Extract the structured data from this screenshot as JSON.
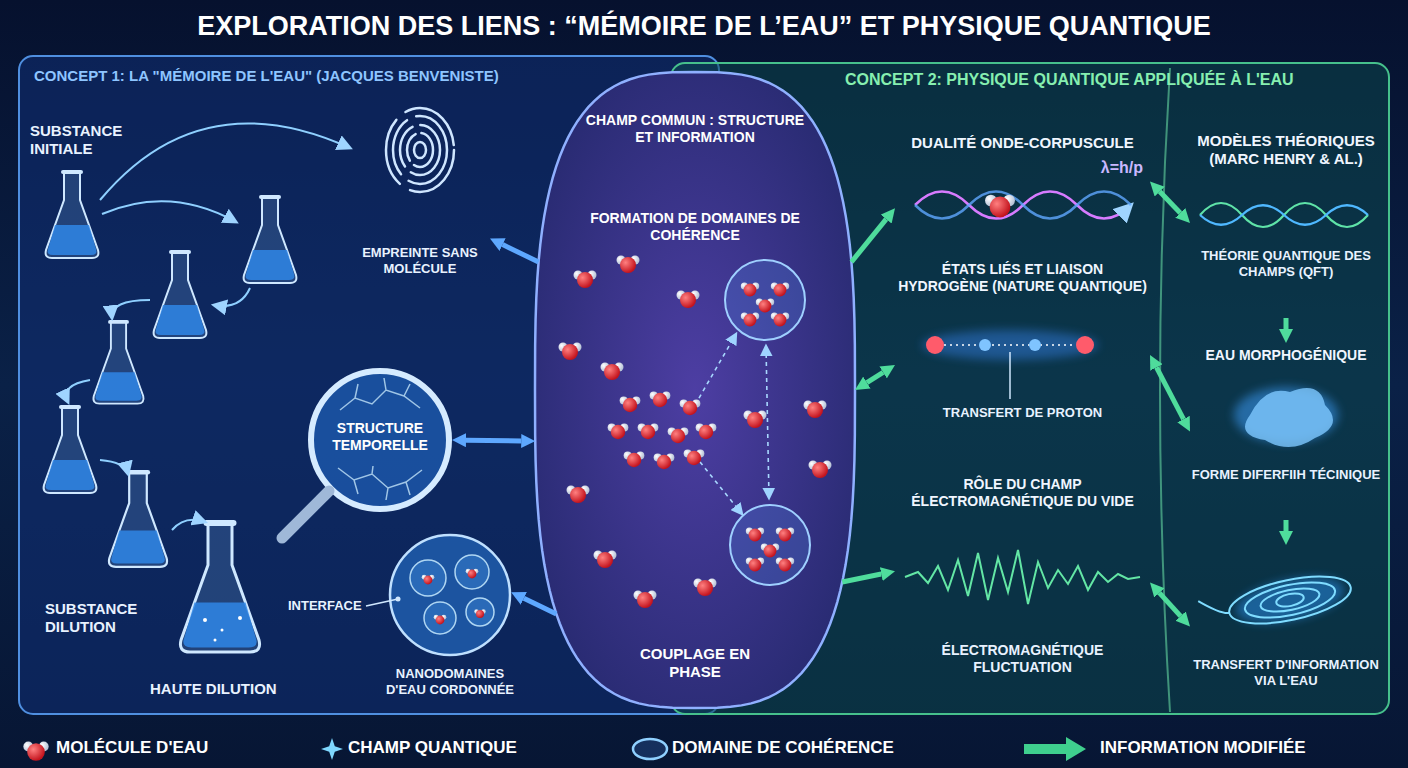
{
  "diagram": {
    "title": "EXPLORATION DES LIENS : “MÉMOIRE DE L’EAU” ET PHYSIQUE QUANTIQUE",
    "nodes": [
      {
        "text": [
          "CONCEPT 1: LA \"MÉMOIRE DE L'EAU\" (JACQUES BENVENISTE)"
        ]
      },
      {
        "text": [
          "EMPREINTE SANS MOLÉCULE"
        ],
        "in": 0
      },
      {
        "text": [
          "STRUCTURE TEMPORELLE"
        ],
        "in": 0
      },
      {
        "text": [
          "NANODOMAINES D'EAU CORDONNÉE"
        ],
        "in": 0
      },
      {
        "text": [
          "CHAMP COMMUN : STRUCTURE ET INFORMATION",
          "FORMATION DE DOMAINES DE COHÉRENCE",
          "COUPLAGE EN PHASE"
        ]
      },
      {
        "text": [
          "CONCEPT 2: PHYSIQUE QUANTIQUE APPLIQUÉE À L'EAU"
        ]
      },
      {
        "text": [
          "DUALITÉ ONDE-CORPUSCULE",
          "λ=h/p"
        ],
        "in": 5
      },
      {
        "text": [
          "ÉTATS LIÉS ET LIAISON HYDROGÈNE (NATURE QUANTIQUE)",
          "TRANSFERT DE PROTON"
        ],
        "in": 5
      },
      {
        "text": [
          "RÔLE DU CHAMP ÉLECTROMAGNÉTIQUE DU VIDE",
          "ÉLECTROMAGNÉTIQUE FLUCTUATION"
        ],
        "in": 5
      },
      {
        "text": [
          "MODÈLES THÉORIQUES (MARC HENRY & AL.)",
          "THÉORIE QUANTIQUE DES CHAMPS (QFT)"
        ],
        "in": 5
      },
      {
        "text": [
          "EAU MORPHOGÉNIQUE",
          "FORME DIFERFIIH TÉCINIQUE"
        ],
        "in": 5
      },
      {
        "text": [
          "TRANSFERT D'INFORMATION VIA L'EAU"
        ],
        "in": 5
      }
    ],
    "edges": [
      {
        "from": 4,
        "to": 1,
        "arrow": "to"
      },
      {
        "from": 2,
        "to": 4,
        "arrow": "both"
      },
      {
        "from": 4,
        "to": 3,
        "arrow": "to"
      },
      {
        "from": 4,
        "to": 6,
        "arrow": "to"
      },
      {
        "from": 4,
        "to": 7,
        "arrow": "both"
      },
      {
        "from": 4,
        "to": 8,
        "arrow": "to"
      },
      {
        "from": 6,
        "to": 9,
        "arrow": "both"
      },
      {
        "from": 7,
        "to": 10,
        "arrow": "both"
      },
      {
        "from": 8,
        "to": 11,
        "arrow": "both"
      },
      {
        "from": 9,
        "to": 10,
        "arrow": "to"
      },
      {
        "from": 10,
        "to": 11,
        "arrow": "to"
      }
    ],
    "labels": [
      "SUBSTANCE INITIALE",
      "SUBSTANCE DILUTION",
      "HAUTE DILUTION",
      "INTERFACE"
    ],
    "legend": [
      {
        "text": "MOLÉCULE D'EAU"
      },
      {
        "text": "CHAMP QUANTIQUE"
      },
      {
        "text": "DOMAINE DE COHÉRENCE"
      },
      {
        "text": "INFORMATION MODIFIÉE"
      }
    ]
  }
}
